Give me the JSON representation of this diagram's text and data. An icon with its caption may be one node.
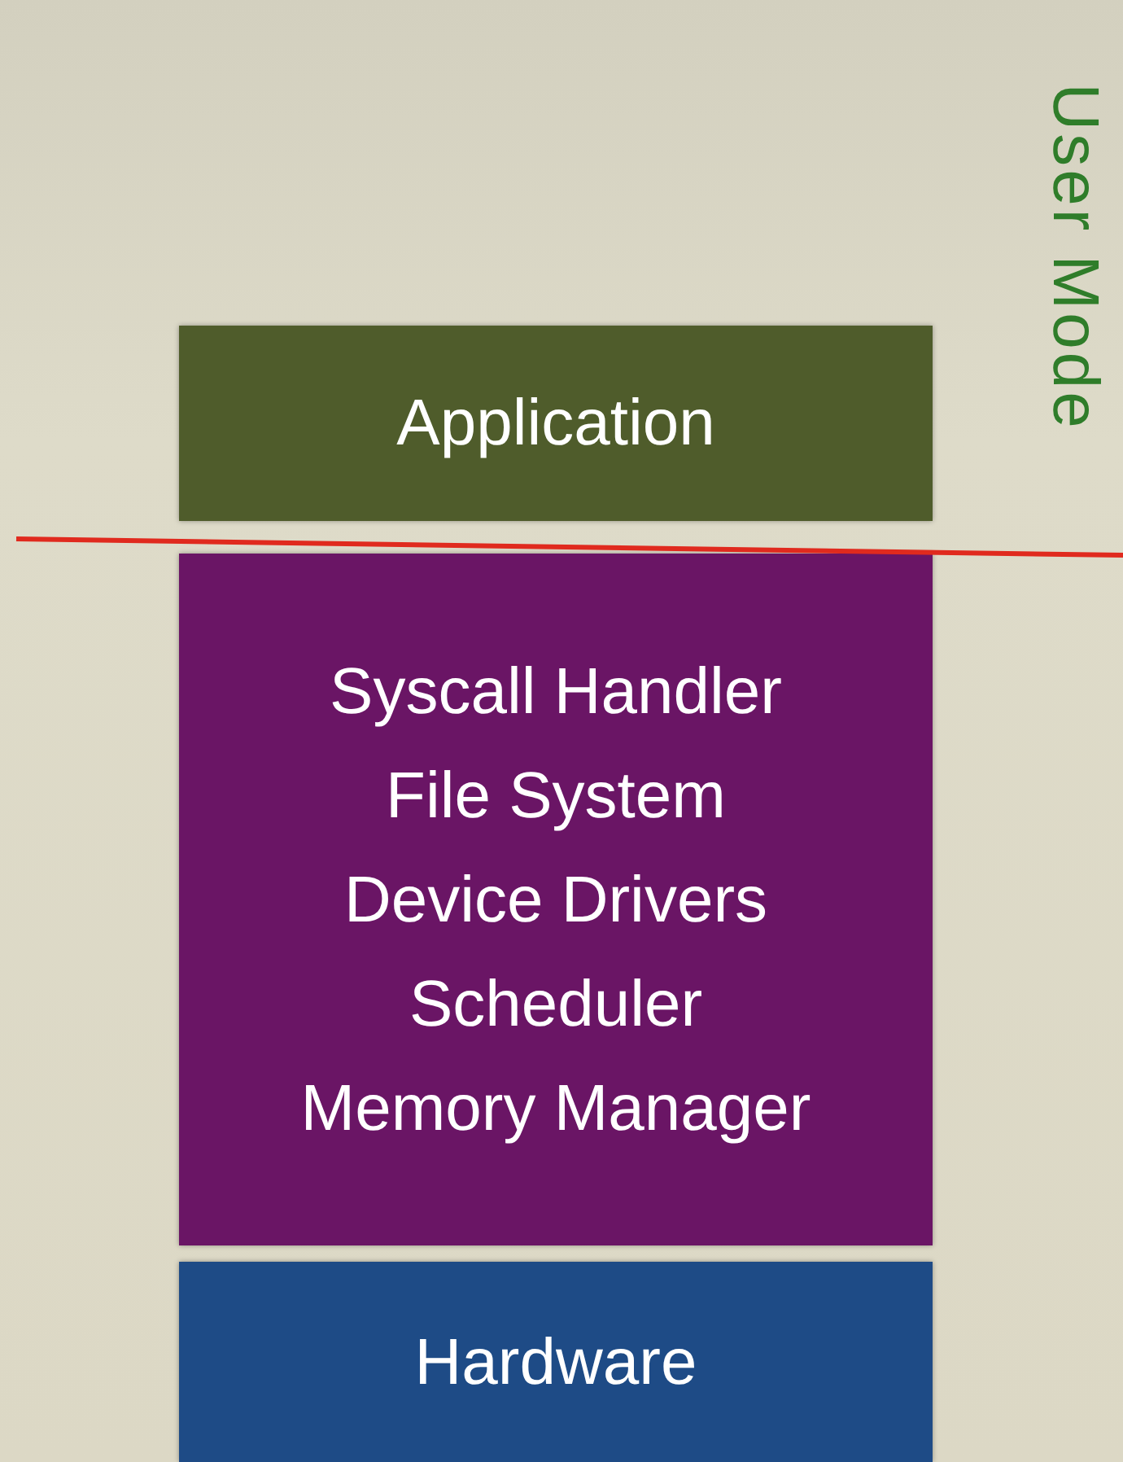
{
  "diagram": {
    "nodes": [
      {
        "text": [
          "Application"
        ]
      },
      {
        "text": [
          "Syscall Handler",
          "File System",
          "Device Drivers",
          "Scheduler",
          "Memory Manager"
        ]
      },
      {
        "text": [
          "Hardware"
        ]
      }
    ],
    "labels": [
      "User Mode"
    ]
  }
}
